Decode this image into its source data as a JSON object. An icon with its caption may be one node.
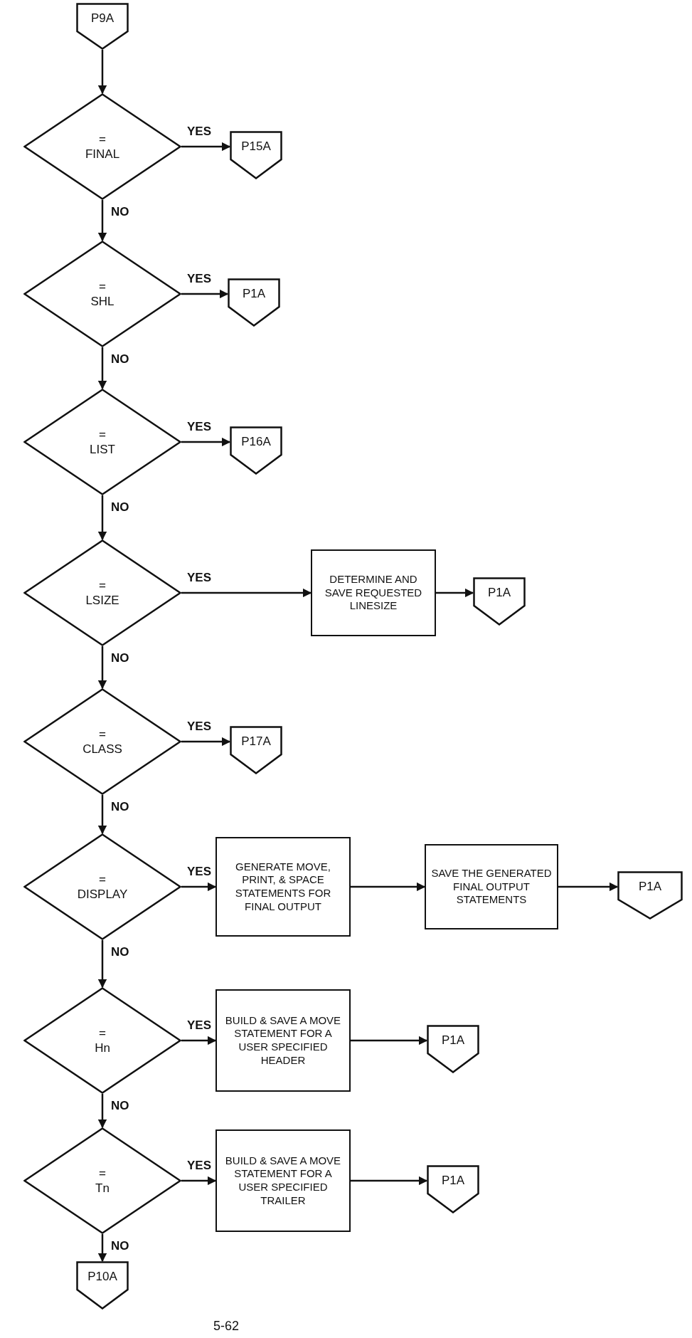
{
  "diagram": {
    "nodes": [
      {
        "text": [
          "P9A"
        ]
      },
      {
        "text": [
          "=",
          "FINAL"
        ]
      },
      {
        "text": [
          "P15A"
        ]
      },
      {
        "text": [
          "=",
          "SHL"
        ]
      },
      {
        "text": [
          "P1A"
        ]
      },
      {
        "text": [
          "=",
          "LIST"
        ]
      },
      {
        "text": [
          "P16A"
        ]
      },
      {
        "text": [
          "=",
          "LSIZE"
        ]
      },
      {
        "text": [
          "DETERMINE AND SAVE REQUESTED LINESIZE"
        ]
      },
      {
        "text": [
          "P1A"
        ]
      },
      {
        "text": [
          "=",
          "CLASS"
        ]
      },
      {
        "text": [
          "P17A"
        ]
      },
      {
        "text": [
          "=",
          "DISPLAY"
        ]
      },
      {
        "text": [
          "GENERATE MOVE, PRINT, & SPACE STATEMENTS FOR FINAL OUTPUT"
        ]
      },
      {
        "text": [
          "SAVE THE GENERATED FINAL OUTPUT STATEMENTS"
        ]
      },
      {
        "text": [
          "P1A"
        ]
      },
      {
        "text": [
          "=",
          "Hn"
        ]
      },
      {
        "text": [
          "BUILD & SAVE A MOVE STATEMENT FOR A USER SPECIFIED HEADER"
        ]
      },
      {
        "text": [
          "P1A"
        ]
      },
      {
        "text": [
          "=",
          "Tn"
        ]
      },
      {
        "text": [
          "BUILD & SAVE A MOVE STATEMENT FOR A USER SPECIFIED TRAILER"
        ]
      },
      {
        "text": [
          "P1A"
        ]
      },
      {
        "text": [
          "P10A"
        ]
      }
    ],
    "edges": [
      {
        "from": 0,
        "to": 1,
        "arrow": "to"
      },
      {
        "from": 1,
        "to": 2,
        "arrow": "to",
        "label": "YES"
      },
      {
        "from": 1,
        "to": 3,
        "arrow": "to",
        "label": "NO"
      },
      {
        "from": 3,
        "to": 4,
        "arrow": "to",
        "label": "YES"
      },
      {
        "from": 3,
        "to": 5,
        "arrow": "to",
        "label": "NO"
      },
      {
        "from": 5,
        "to": 6,
        "arrow": "to",
        "label": "YES"
      },
      {
        "from": 5,
        "to": 7,
        "arrow": "to",
        "label": "NO"
      },
      {
        "from": 7,
        "to": 8,
        "arrow": "to",
        "label": "YES"
      },
      {
        "from": 8,
        "to": 9,
        "arrow": "to"
      },
      {
        "from": 7,
        "to": 10,
        "arrow": "to",
        "label": "NO"
      },
      {
        "from": 10,
        "to": 11,
        "arrow": "to",
        "label": "YES"
      },
      {
        "from": 10,
        "to": 12,
        "arrow": "to",
        "label": "NO"
      },
      {
        "from": 12,
        "to": 13,
        "arrow": "to",
        "label": "YES"
      },
      {
        "from": 13,
        "to": 14,
        "arrow": "to"
      },
      {
        "from": 14,
        "to": 15,
        "arrow": "to"
      },
      {
        "from": 12,
        "to": 16,
        "arrow": "to",
        "label": "NO"
      },
      {
        "from": 16,
        "to": 17,
        "arrow": "to",
        "label": "YES"
      },
      {
        "from": 17,
        "to": 18,
        "arrow": "to"
      },
      {
        "from": 16,
        "to": 19,
        "arrow": "to",
        "label": "NO"
      },
      {
        "from": 19,
        "to": 20,
        "arrow": "to",
        "label": "YES"
      },
      {
        "from": 20,
        "to": 21,
        "arrow": "to"
      },
      {
        "from": 19,
        "to": 22,
        "arrow": "to",
        "label": "NO"
      }
    ],
    "labels": [
      "5-62"
    ]
  }
}
